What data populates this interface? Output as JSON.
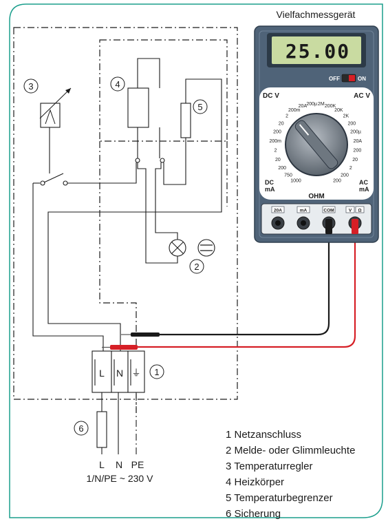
{
  "meter": {
    "title": "Vielfachmessgerät",
    "display_value": "25.00",
    "switch_off": "OFF",
    "switch_on": "ON",
    "dcv": "DC V",
    "acv": "AC V",
    "dcma": "DC mA",
    "acma": "AC mA",
    "ohm": "OHM",
    "ticks": [
      "1000",
      "750",
      "200",
      "20",
      "2",
      "200m",
      "200",
      "20",
      "2",
      "200m",
      "20A",
      "200µ",
      "2M",
      "200K",
      "20K",
      "2K",
      "200",
      "200µ",
      "20A",
      "200",
      "20",
      "2",
      "200",
      "200"
    ],
    "jacks": [
      "20A",
      "mA",
      "COM",
      "V",
      "Ω"
    ]
  },
  "circuit": {
    "terminal_L": "L",
    "terminal_N": "N",
    "terminal_PE": "⏚",
    "num1": "1",
    "num2": "2",
    "num3": "3",
    "num4": "4",
    "num5": "5",
    "num6": "6",
    "bottom_L": "L",
    "bottom_N": "N",
    "bottom_PE": "PE",
    "supply": "1/N/PE ~ 230 V"
  },
  "legend": [
    "1 Netzanschluss",
    "2 Melde- oder Glimmleuchte",
    "3 Temperaturregler",
    "4 Heizkörper",
    "5 Temperaturbegrenzer",
    "6 Sicherung"
  ],
  "colors": {
    "frame": "#1a9e8c",
    "meter_body": "#4f6378",
    "lcd": "#c9dba1",
    "probe_red": "#d61f26",
    "probe_black": "#1a1a1a"
  }
}
